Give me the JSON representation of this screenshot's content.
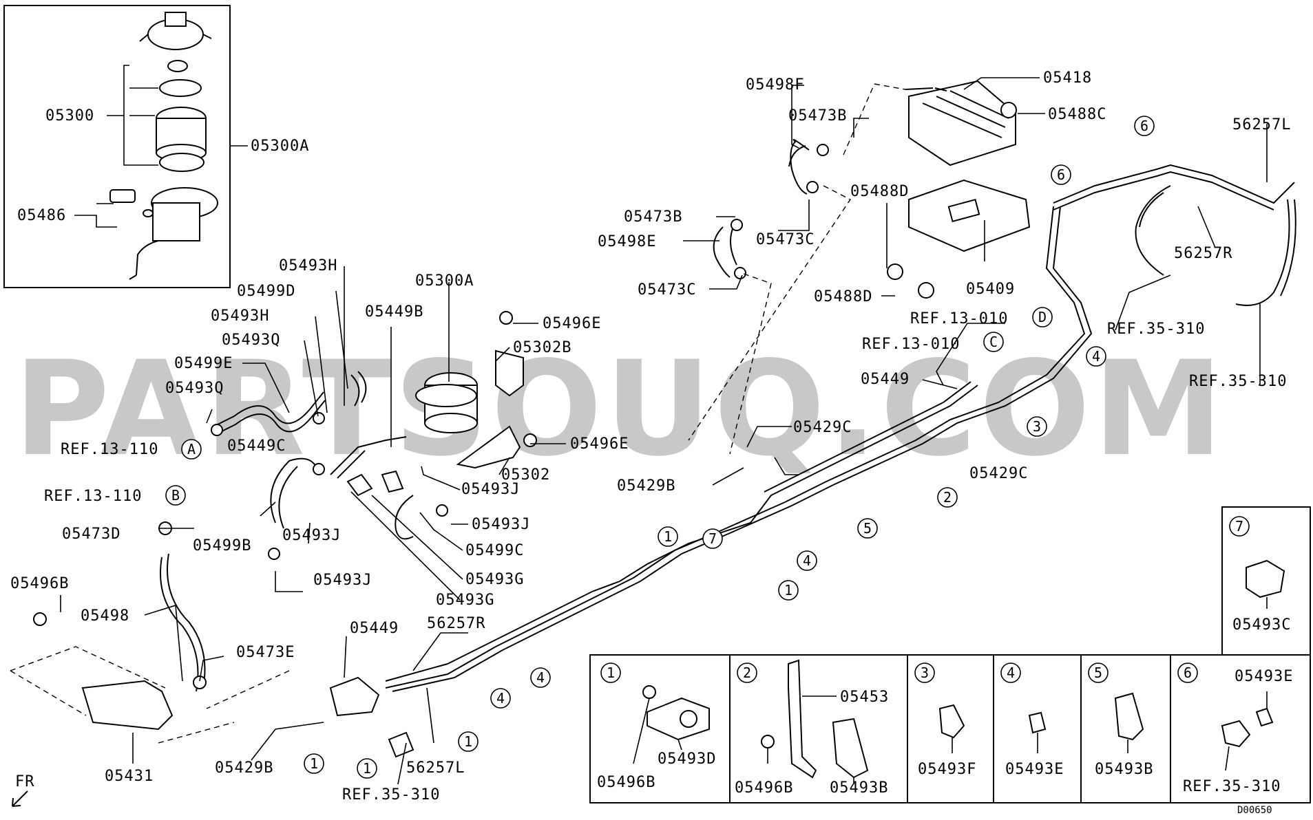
{
  "watermark": "PARTSOUQ.COM",
  "diagram_code": "D00650",
  "direction": "FR",
  "inset_labels": {
    "l05300": "05300",
    "l05300A": "05300A",
    "l05486": "05486"
  },
  "labels": {
    "l05498F": "05498F",
    "l05473B_1": "05473B",
    "l05418": "05418",
    "l05488C": "05488C",
    "l56257L_top": "56257L",
    "l05473B_2": "05473B",
    "l05488D_1": "05488D",
    "l05498E": "05498E",
    "l05473C_1": "05473C",
    "l56257R_top": "56257R",
    "l05473C_2": "05473C",
    "l05488D_2": "05488D",
    "l05409": "05409",
    "ref_13_010_a": "REF.13-010",
    "ref_35_310_a": "REF.35-310",
    "ref_13_010_b": "REF.13-010",
    "ref_35_310_b": "REF.35-310",
    "l05449_top": "05449",
    "l05429C_1": "05429C",
    "l05429C_2": "05429C",
    "l05429B_top": "05429B",
    "l05493H_1": "05493H",
    "l05499D": "05499D",
    "l05493H_2": "05493H",
    "l05493Q_1": "05493Q",
    "l05499E": "05499E",
    "l05493Q_2": "05493Q",
    "ref_13_110_a": "REF.13-110",
    "l05449C": "05449C",
    "l05449B": "05449B",
    "l05300A_main": "05300A",
    "l05496E_1": "05496E",
    "l05302B": "05302B",
    "l05496E_2": "05496E",
    "l05302": "05302",
    "l05493J_1": "05493J",
    "l05493J_2": "05493J",
    "l05499C": "05499C",
    "l05493G_1": "05493G",
    "l05493G_2": "05493G",
    "l05499B": "05499B",
    "l05493J_3": "05493J",
    "l05493J_4": "05493J",
    "ref_13_110_b": "REF.13-110",
    "l05473D": "05473D",
    "l05496B_left": "05496B",
    "l05498": "05498",
    "l05473E": "05473E",
    "l05449_bot": "05449",
    "l56257R_bot": "56257R",
    "l05431": "05431",
    "l05429B_bot": "05429B",
    "l56257L_bot": "56257L",
    "ref_35_310_c": "REF.35-310"
  },
  "callouts": {
    "A": "A",
    "B": "B",
    "C": "C",
    "D": "D",
    "c1a": "1",
    "c1b": "1",
    "c1c": "1",
    "c1d": "1",
    "c1e": "1",
    "c2": "2",
    "c3": "3",
    "c4a": "4",
    "c4b": "4",
    "c4c": "4",
    "c4d": "4",
    "c5": "5",
    "c6a": "6",
    "c6b": "6",
    "c7": "7"
  },
  "detail_boxes": {
    "box7": {
      "num": "7",
      "label": "05493C"
    },
    "box1": {
      "num": "1",
      "labels": [
        "05496B",
        "05493D"
      ]
    },
    "box2": {
      "num": "2",
      "labels": [
        "05453",
        "05496B",
        "05493B"
      ]
    },
    "box3": {
      "num": "3",
      "label": "05493F"
    },
    "box4": {
      "num": "4",
      "label": "05493E"
    },
    "box5": {
      "num": "5",
      "label": "05493B"
    },
    "box6": {
      "num": "6",
      "labels": [
        "05493E",
        "REF.35-310"
      ]
    }
  }
}
